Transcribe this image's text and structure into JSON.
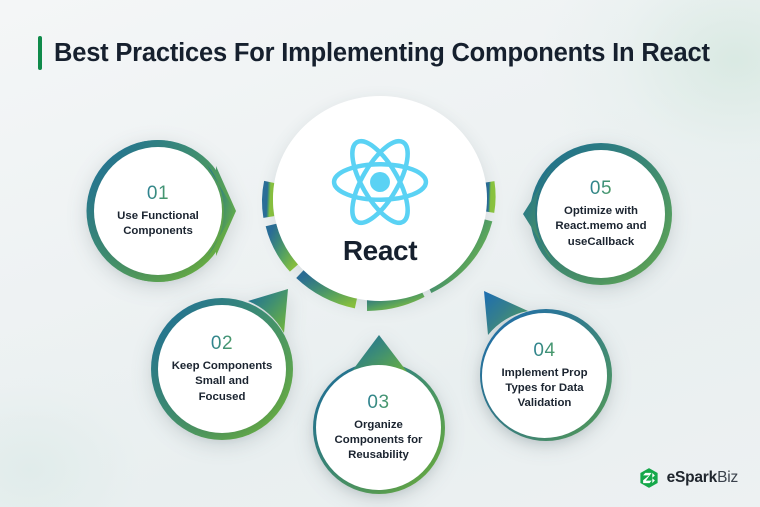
{
  "page": {
    "title": "Best Practices For Implementing Components In React",
    "background_color": "#eef2f3",
    "accent_color": "#0f8a4a"
  },
  "hub": {
    "label": "React",
    "logo_icon": "react-atom-icon",
    "logo_color": "#5ad2f4",
    "ring_gradient_start": "#2b6f99",
    "ring_gradient_end": "#83c441",
    "ring_segments": 5
  },
  "nodes": [
    {
      "number": "01",
      "text": "Use Functional\nComponents",
      "pointer": "right",
      "gradient_start": "#2577a0",
      "gradient_end": "#6db33f"
    },
    {
      "number": "02",
      "text": "Keep Components\nSmall and\nFocused",
      "pointer": "top-right",
      "gradient_start": "#2577a0",
      "gradient_end": "#6db33f"
    },
    {
      "number": "03",
      "text": "Organize\nComponents for\nReusability",
      "pointer": "top",
      "gradient_start": "#246f93",
      "gradient_end": "#6db33f"
    },
    {
      "number": "04",
      "text": "Implement Prop\nTypes for Data\nValidation",
      "pointer": "top-left",
      "gradient_start": "#1f6fae",
      "gradient_end": "#55a05c"
    },
    {
      "number": "05",
      "text": "Optimize with\nReact.memo and\nuseCallback",
      "pointer": "left",
      "gradient_start": "#25758f",
      "gradient_end": "#5aa65a"
    }
  ],
  "brand": {
    "name_bold": "eSpark",
    "name_light": "Biz",
    "logo_icon": "esparkbiz-hex-icon",
    "logo_color": "#15a84a"
  }
}
